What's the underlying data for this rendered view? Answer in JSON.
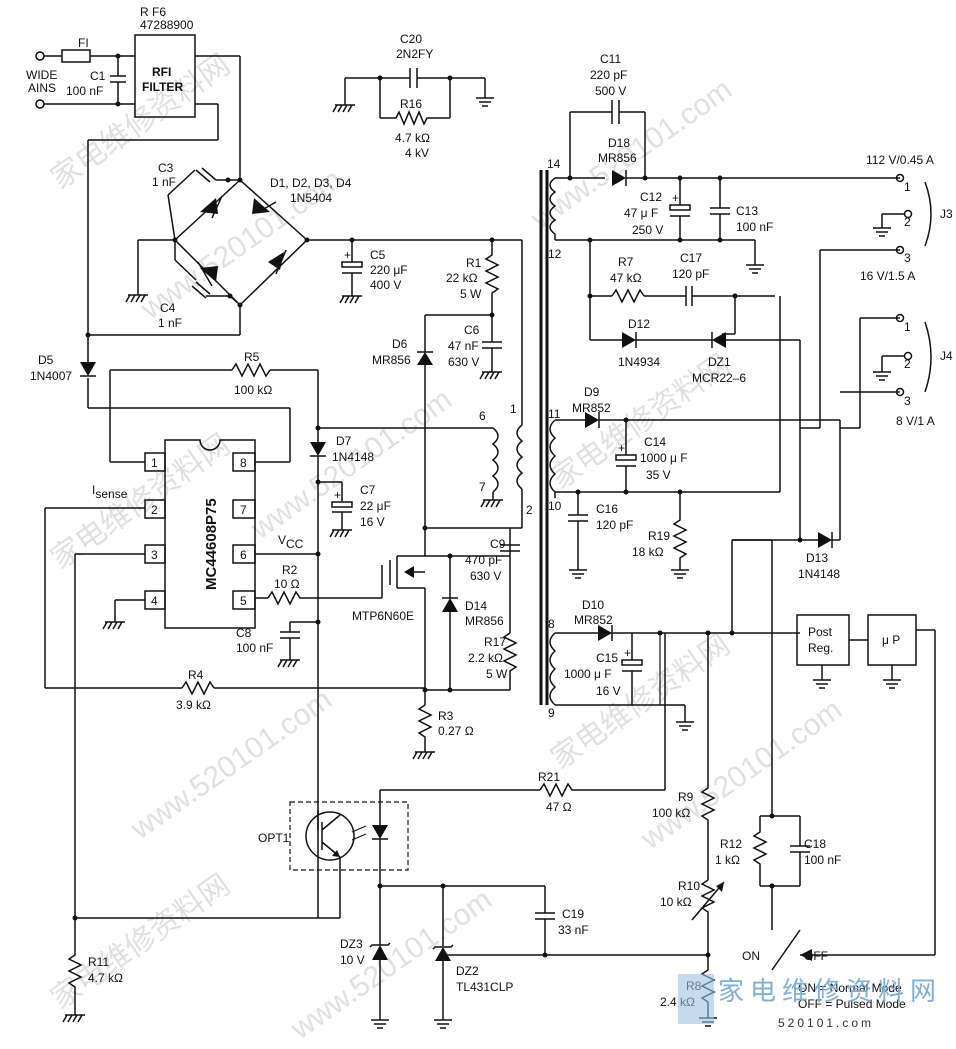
{
  "labels": {
    "rf6": "R F6",
    "rf6v": "47288900",
    "fi": "FI",
    "rfi1": "RFI",
    "rfi2": "FILTER",
    "wide1": "WIDE",
    "wide2": "AINS",
    "c1": "C1",
    "c1v": "100 nF",
    "c3": "C3",
    "c3v": "1 nF",
    "c4": "C4",
    "c4v": "1 nF",
    "dbr": "D1, D2, D3, D4",
    "dbrv": "1N5404",
    "c5": "C5",
    "c5v": "220  μF",
    "c5v2": "400 V",
    "c20": "C20",
    "c20v": "2N2FY",
    "r16": "R16",
    "r16v": "4.7 kΩ",
    "r16v2": "4 kV",
    "r1": "R1",
    "r1v": "22 kΩ",
    "r1v2": "5 W",
    "c6": "C6",
    "c6v": "47 nF",
    "c6v2": "630 V",
    "d6": "D6",
    "d6v": "MR856",
    "d5": "D5",
    "d5v": "1N4007",
    "r5": "R5",
    "r5v": "100 kΩ",
    "d7": "D7",
    "d7v": "1N4148",
    "c7": "C7",
    "c7v": "22 μF",
    "c7v2": "16 V",
    "ic": "MC44608P75",
    "isense": "I",
    "isense_sub": "sense",
    "vcc": "V",
    "vcc_sub": "CC",
    "r2": "R2",
    "r2v": "10 Ω",
    "c8": "C8",
    "c8v": "100 nF",
    "r4": "R4",
    "r4v": "3.9 kΩ",
    "q1": "MTP6N60E",
    "d14": "D14",
    "d14v": "MR856",
    "c9": "C9",
    "c9v": "470 pF",
    "c9v2": "630 V",
    "r17": "R17",
    "r17v": "2.2 kΩ",
    "r17v2": "5 W",
    "r3": "R3",
    "r3v": "0.27 Ω",
    "c11": "C11",
    "c11v": "220 pF",
    "c11v2": "500 V",
    "d18": "D18",
    "d18v": "MR856",
    "c12": "C12",
    "c12v": "47  μ F",
    "c12v2": "250 V",
    "c13": "C13",
    "c13v": "100 nF",
    "c17": "C17",
    "c17v": "120 pF",
    "r7": "R7",
    "r7v": "47 kΩ",
    "d12": "D12",
    "d12v": "1N4934",
    "dz1": "DZ1",
    "dz1v": "MCR22–6",
    "d9": "D9",
    "d9v": "MR852",
    "c14": "C14",
    "c14v": "1000  μ F",
    "c14v2": "35 V",
    "c16": "C16",
    "c16v": "120 pF",
    "r19": "R19",
    "r19v": "18 kΩ",
    "d13": "D13",
    "d13v": "1N4148",
    "d10": "D10",
    "d10v": "MR852",
    "c15": "C15",
    "c15v": "1000  μ F",
    "c15v2": "16 V",
    "postreg1": "Post",
    "postreg2": "Reg.",
    "up": "μ P",
    "out1": "112 V/0.45 A",
    "out2": "16 V/1.5 A",
    "out3": "8 V/1 A",
    "j3": "J3",
    "j4": "J4",
    "r21": "R21",
    "r21v": "47  Ω",
    "opt1": "OPT1",
    "r9": "R9",
    "r9v": "100 kΩ",
    "r12": "R12",
    "r12v": "1 kΩ",
    "c18": "C18",
    "c18v": "100 nF",
    "r10": "R10",
    "r10v": "10 kΩ",
    "c19": "C19",
    "c19v": "33 nF",
    "r11": "R11",
    "r11v": "4.7 kΩ",
    "dz3": "DZ3",
    "dz3v": "10 V",
    "dz2": "DZ2",
    "dz2v": "TL431CLP",
    "r8": "R8",
    "r8v": "2.4 kΩ",
    "on": "ON",
    "off": "OFF",
    "mode1": "ON = Normal Mode",
    "mode2": "OFF = Pulsed Mode",
    "logo": "家电维修资料网",
    "site": "520101.com"
  },
  "pins": {
    "p1": "1",
    "p2": "2",
    "p3": "3",
    "p4": "4",
    "p5": "5",
    "p6": "6",
    "p7": "7",
    "p8": "8",
    "t6": "6",
    "t7": "7",
    "t1": "1",
    "t2": "2",
    "t14": "14",
    "t12": "12",
    "t11": "11",
    "t10": "10",
    "t8": "8",
    "t9": "9",
    "j3_1": "1",
    "j3_2": "2",
    "j3_3": "3",
    "j4_1": "1",
    "j4_2": "2",
    "j4_3": "3"
  },
  "watermark": {
    "a": "家电维修资料网",
    "b": "www.520101.com"
  }
}
